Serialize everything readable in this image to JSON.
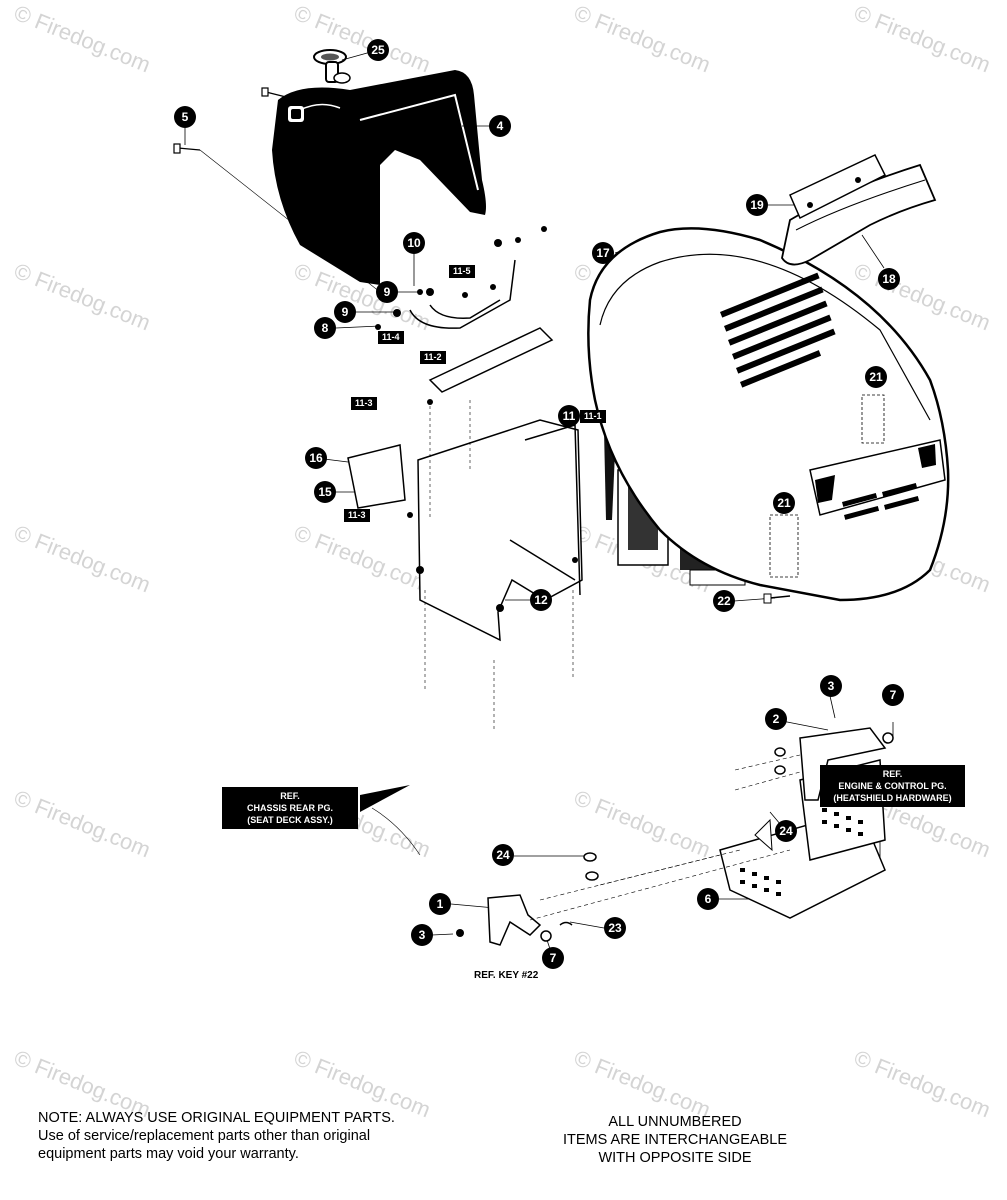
{
  "watermark": "© Firedog.com",
  "callouts": {
    "c25": "25",
    "c4": "4",
    "c5": "5",
    "c10": "10",
    "c9a": "9",
    "c9b": "9",
    "c8": "8",
    "c17": "17",
    "c19": "19",
    "c18": "18",
    "c21a": "21",
    "c21b": "21",
    "c11": "11",
    "c16": "16",
    "c15": "15",
    "c12": "12",
    "c22": "22",
    "c3a": "3",
    "c7a": "7",
    "c2": "2",
    "c24a": "24",
    "c24b": "24",
    "c1": "1",
    "c3b": "3",
    "c23": "23",
    "c7b": "7",
    "c6": "6"
  },
  "tags": {
    "t11_5": "11-5",
    "t11_4": "11-4",
    "t11_2": "11-2",
    "t11_3a": "11-3",
    "t11_1": "11-1",
    "t11_3b": "11-3"
  },
  "ref_chassis": {
    "line1": "REF.",
    "line2": "CHASSIS REAR PG.",
    "line3": "(SEAT DECK ASSY.)"
  },
  "ref_engine": {
    "line1": "REF.",
    "line2": "ENGINE & CONTROL PG.",
    "line3": "(HEATSHIELD HARDWARE)"
  },
  "ref_key": "REF. KEY #22",
  "note_left": {
    "line1": "NOTE: ALWAYS USE ORIGINAL EQUIPMENT PARTS.",
    "line2": "Use of service/replacement parts other than original",
    "line3": "equipment parts may void your warranty."
  },
  "note_right": {
    "line1": "ALL UNNUMBERED",
    "line2": "ITEMS ARE INTERCHANGEABLE",
    "line3": "WITH OPPOSITE SIDE"
  }
}
